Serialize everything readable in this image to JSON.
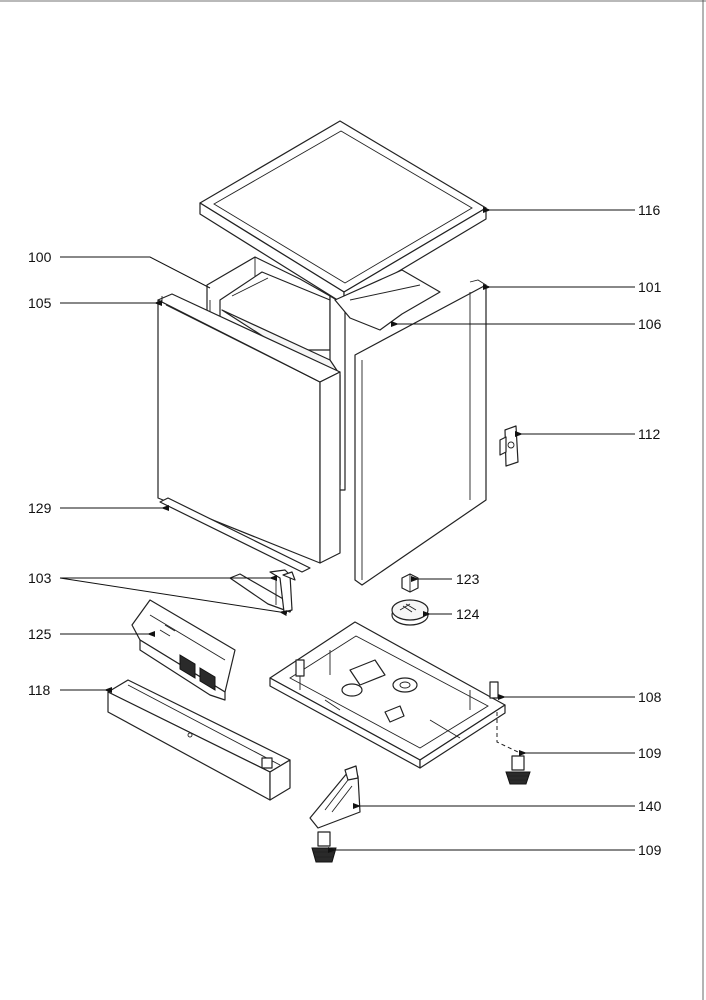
{
  "labels": {
    "l100": "100",
    "l101": "101",
    "l103": "103",
    "l105": "105",
    "l106": "106",
    "l108": "108",
    "l109a": "109",
    "l109b": "109",
    "l112": "112",
    "l116": "116",
    "l118": "118",
    "l123": "123",
    "l124": "124",
    "l125": "125",
    "l129": "129",
    "l140": "140"
  }
}
